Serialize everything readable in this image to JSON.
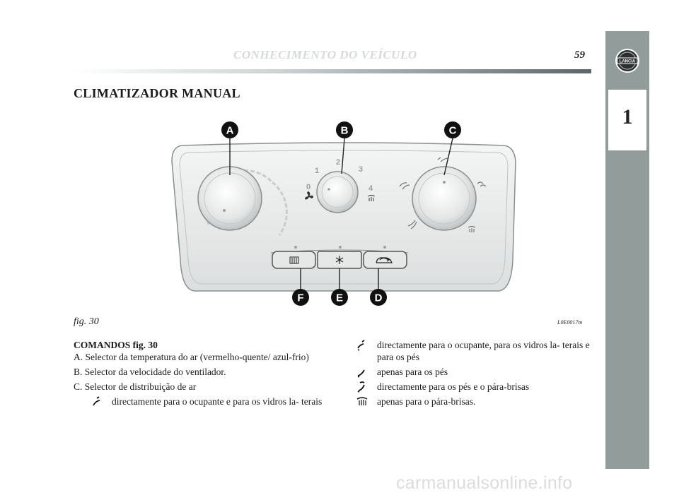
{
  "header": {
    "title": "CONHECIMENTO DO VEÍCULO",
    "page_number": "59"
  },
  "side_tab": {
    "chapter": "1",
    "logo_text": "LANCIA"
  },
  "section": {
    "title": "CLIMATIZADOR MANUAL"
  },
  "figure": {
    "callouts": [
      "A",
      "B",
      "C",
      "D",
      "E",
      "F"
    ],
    "speed_labels": [
      "0",
      "1",
      "2",
      "3",
      "4"
    ],
    "caption": "fig. 30",
    "code": "L0E0017m"
  },
  "body": {
    "controls_heading": "COMANDOS fig. 30",
    "item_a": "A. Selector da temperatura do ar (vermelho-quente/ azul-frio)",
    "item_b": "B. Selector da velocidade do ventilador.",
    "item_c": "C. Selector de distribuição de ar",
    "modes": [
      "directamente para o ocupante e para os vidros la- terais",
      "directamente para o ocupante, para os vidros la- terais e para os pés",
      "apenas para os pés",
      "directamente para os pés e o pára-brisas",
      "apenas para o pára-brisas."
    ]
  },
  "watermark": "carmanualsonline.info"
}
